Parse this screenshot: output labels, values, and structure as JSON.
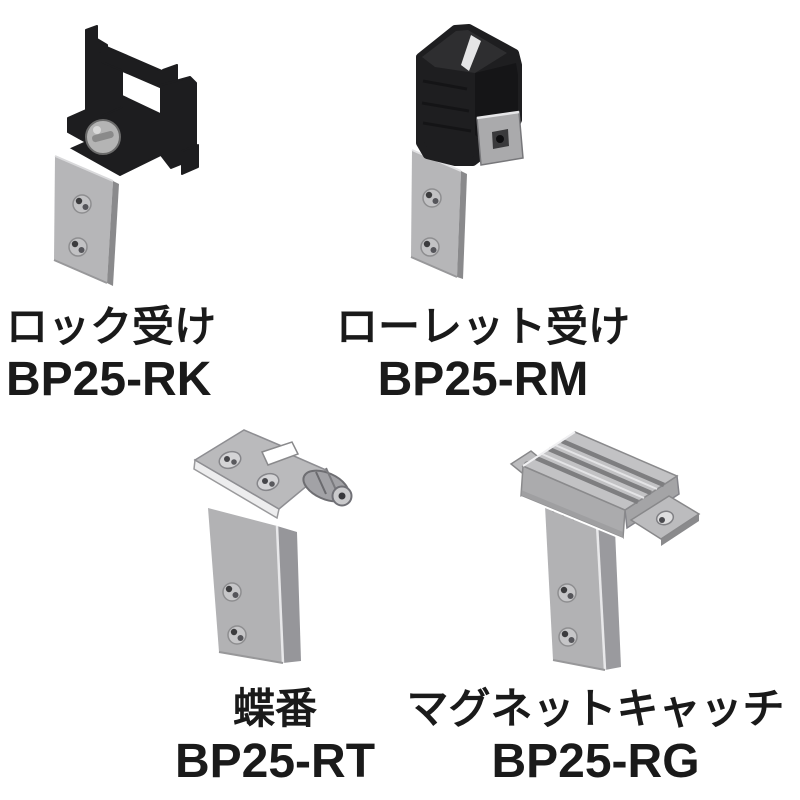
{
  "products": [
    {
      "name": "ロック受け",
      "code": "BP25-RK",
      "image": "lock-receiver"
    },
    {
      "name": "ローレット受け",
      "code": "BP25-RM",
      "image": "knurl-receiver"
    },
    {
      "name": "蝶番",
      "code": "BP25-RT",
      "image": "hinge"
    },
    {
      "name": "マグネットキャッチ",
      "code": "BP25-RG",
      "image": "magnet-catch"
    }
  ],
  "colors": {
    "background": "#ffffff",
    "text": "#1a1a1a",
    "black_part": "#1d1d1f",
    "metal_light": "#b8b8ba",
    "metal_mid": "#a0a0a2",
    "metal_dark": "#8a8a8c"
  }
}
